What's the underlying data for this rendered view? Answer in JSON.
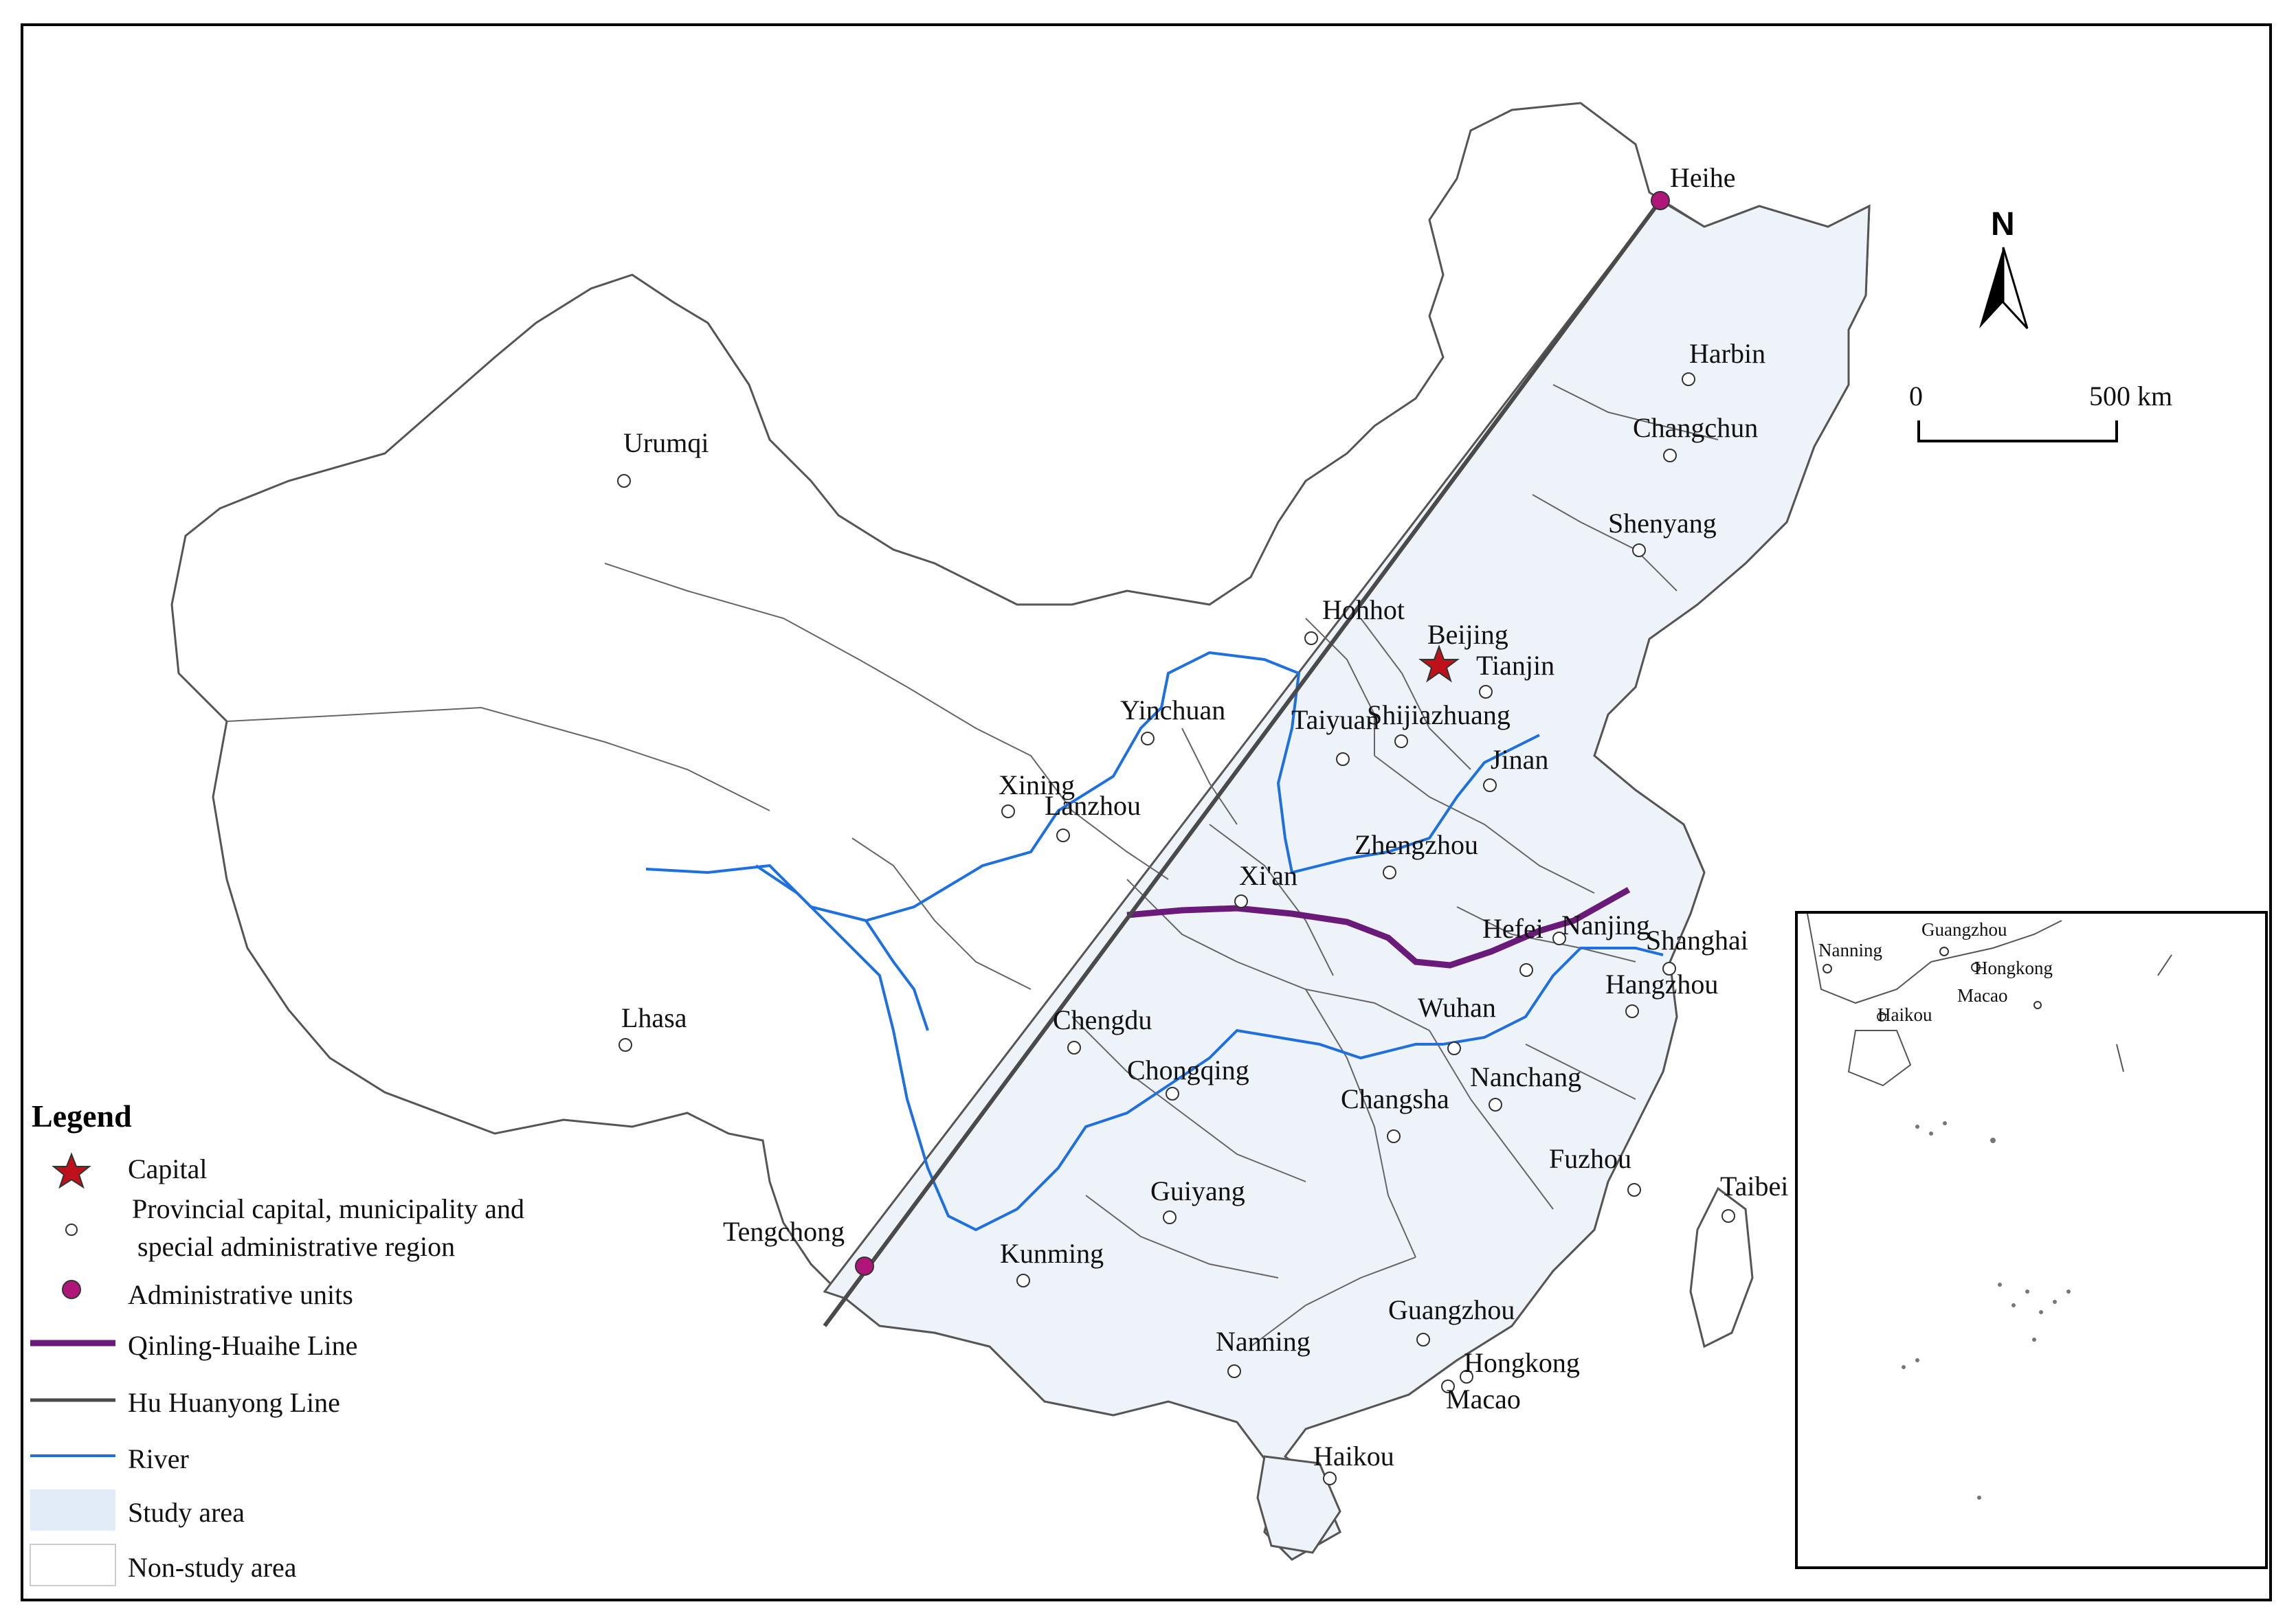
{
  "colors": {
    "study_area": "#EEF3FA",
    "non_study_area": "#FFFFFF",
    "boundary": "#555555",
    "river": "#1E6FE0",
    "qinling_huaihe": "#6A1B7A",
    "hu_huanyong": "#4A4A4A",
    "capital_star": "#C0111A",
    "admin_unit_dot": "#B0167A"
  },
  "north_arrow": {
    "label": "N"
  },
  "scale_bar": {
    "start": "0",
    "end": "500 km"
  },
  "cities": {
    "heihe": "Heihe",
    "harbin": "Harbin",
    "changchun": "Changchun",
    "shenyang": "Shenyang",
    "urumqi": "Urumqi",
    "hohhot": "Hohhot",
    "beijing": "Beijing",
    "tianjin": "Tianjin",
    "yinchuan": "Yinchuan",
    "taiyuan": "Taiyuan",
    "shijiazhuang": "Shijiazhuang",
    "jinan": "Jinan",
    "xining": "Xining",
    "lanzhou": "Lanzhou",
    "zhengzhou": "Zhengzhou",
    "xian": "Xi'an",
    "hefei": "Hefei",
    "nanjing": "Nanjing",
    "shanghai": "Shanghai",
    "hangzhou": "Hangzhou",
    "lhasa": "Lhasa",
    "chengdu": "Chengdu",
    "wuhan": "Wuhan",
    "chongqing": "Chongqing",
    "nanchang": "Nanchang",
    "changsha": "Changsha",
    "fuzhou": "Fuzhou",
    "taibei": "Taibei",
    "guiyang": "Guiyang",
    "tengchong": "Tengchong",
    "kunming": "Kunming",
    "guangzhou": "Guangzhou",
    "nanning": "Nanning",
    "hongkong": "Hongkong",
    "macao": "Macao",
    "haikou": "Haikou"
  },
  "inset": {
    "nanning": "Nanning",
    "guangzhou": "Guangzhou",
    "hongkong": "Hongkong",
    "macao": "Macao",
    "haikou": "Haikou"
  },
  "legend": {
    "title": "Legend",
    "items": [
      {
        "label": "Capital"
      },
      {
        "label": "Provincial capital, municipality and"
      },
      {
        "label": "special administrative region"
      },
      {
        "label": "Administrative units"
      },
      {
        "label": "Qinling-Huaihe Line"
      },
      {
        "label": "Hu Huanyong Line"
      },
      {
        "label": "River"
      },
      {
        "label": "Study area"
      },
      {
        "label": "Non-study area"
      }
    ]
  }
}
